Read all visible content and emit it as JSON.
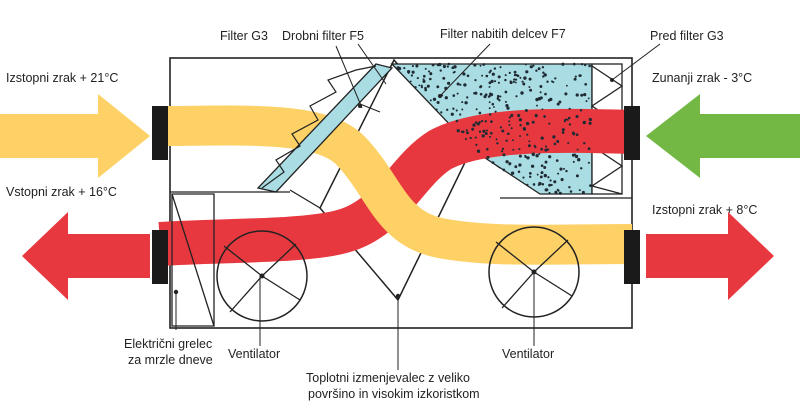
{
  "labels": {
    "filter_g3": "Filter G3",
    "filter_f5": "Drobni filter F5",
    "filter_f7": "Filter nabitih delcev F7",
    "prefilter_g3": "Pred filter G3",
    "exhaust_in": "Izstopni zrak + 21°C",
    "outdoor_in": "Zunanji zrak - 3°C",
    "supply_out": "Vstopni zrak + 16°C",
    "exhaust_out": "Izstopni zrak + 8°C",
    "heater_line1": "Električni grelec",
    "heater_line2": "za mrzle dneve",
    "fan_left": "Ventilator",
    "exchanger_line1": "Toplotni izmenjevalec z veliko",
    "exchanger_line2": "površino in visokim izkoristkom",
    "fan_right": "Ventilator"
  },
  "colors": {
    "warm_air": "#fdd166",
    "hot_air": "#e8383f",
    "cold_air": "#73b845",
    "filter": "#a9dde3",
    "outline": "#222222"
  }
}
